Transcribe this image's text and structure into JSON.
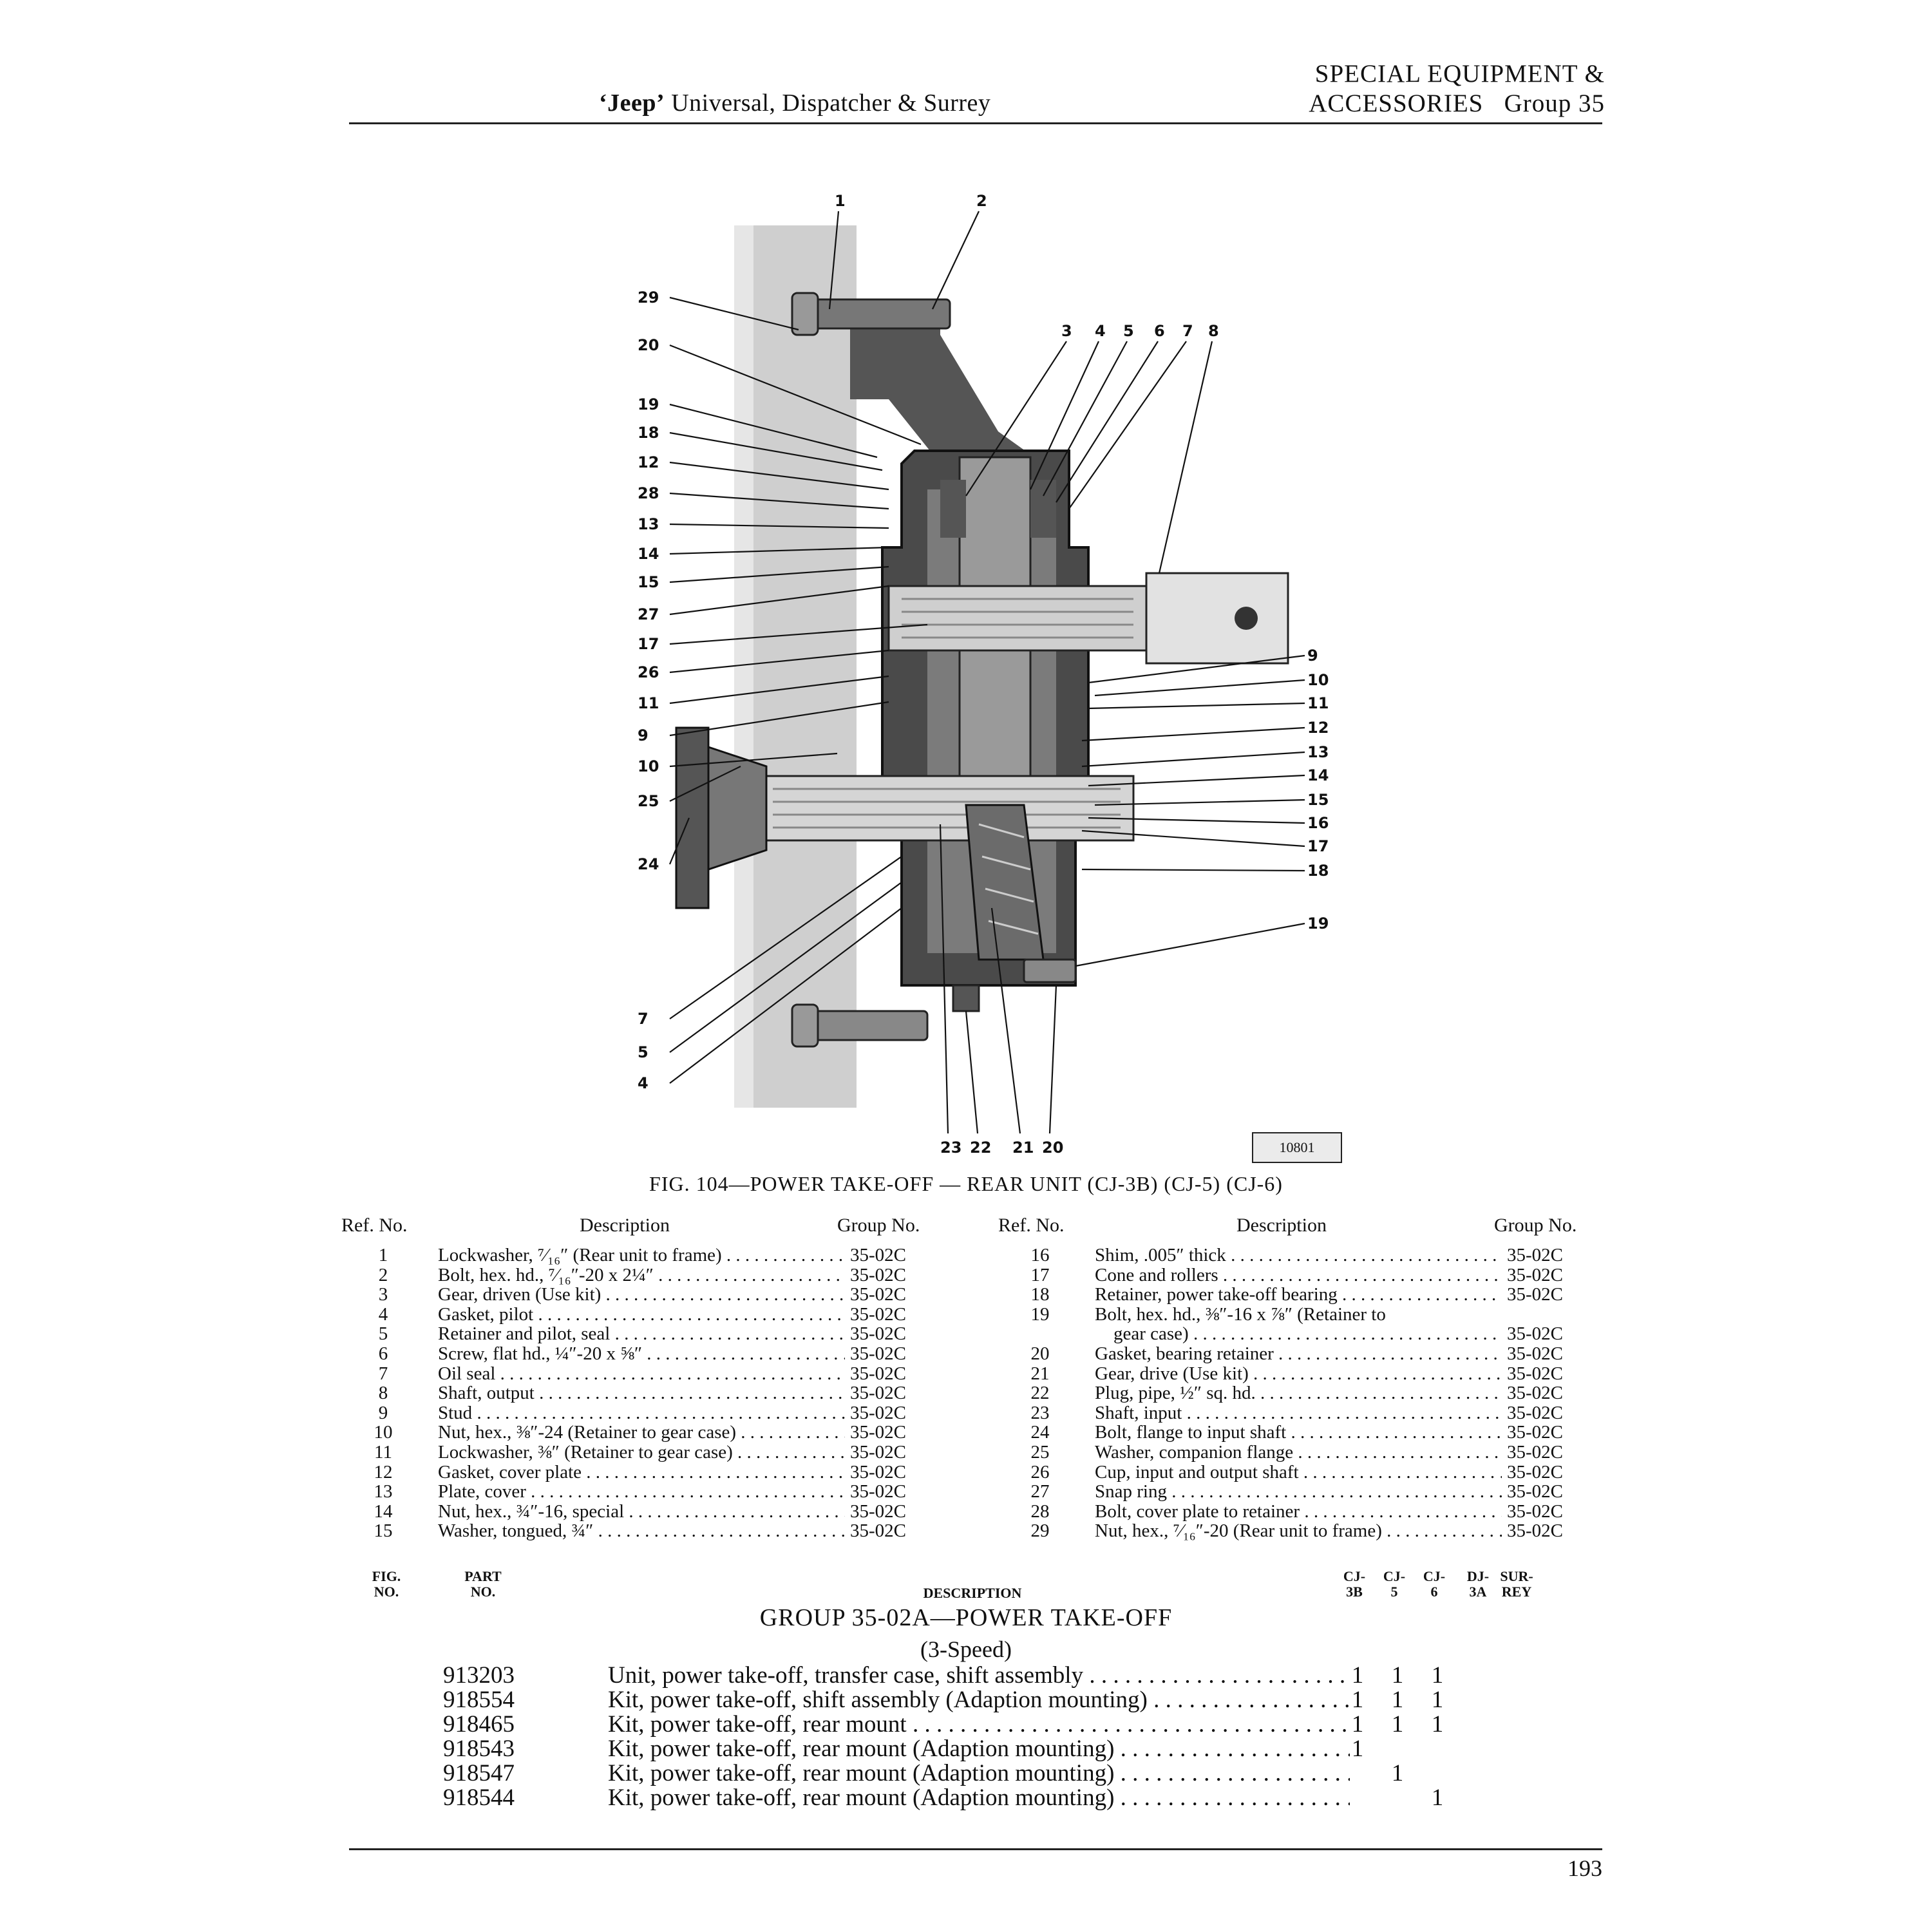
{
  "header": {
    "brand": "‘Jeep’",
    "title_rest": " Universal, Dispatcher & Surrey",
    "section_line1": "SPECIAL EQUIPMENT &",
    "section_line2": "ACCESSORIES   Group 35"
  },
  "figure": {
    "number_box": "10801",
    "caption": "FIG. 104—POWER TAKE-OFF — REAR UNIT (CJ-3B) (CJ-5) (CJ-6)",
    "callouts_top": [
      "1",
      "2",
      "3",
      "4",
      "5",
      "6",
      "7",
      "8"
    ],
    "callouts_left": [
      "29",
      "20",
      "19",
      "18",
      "12",
      "28",
      "13",
      "14",
      "15",
      "27",
      "17",
      "26",
      "11",
      "9",
      "10",
      "25",
      "24",
      "7",
      "5",
      "4"
    ],
    "callouts_right": [
      "9",
      "10",
      "11",
      "12",
      "13",
      "14",
      "15",
      "16",
      "17",
      "18",
      "19"
    ],
    "callouts_bottom": [
      "23",
      "22",
      "21",
      "20"
    ]
  },
  "parts_table": {
    "headers": {
      "ref": "Ref. No.",
      "description": "Description",
      "group": "Group No."
    },
    "left": [
      {
        "ref": "1",
        "desc": "Lockwasher, ⁷⁄₁₆″ (Rear unit to frame)",
        "group": "35-02C"
      },
      {
        "ref": "2",
        "desc": "Bolt, hex. hd., ⁷⁄₁₆″-20 x 2¼″",
        "group": "35-02C"
      },
      {
        "ref": "3",
        "desc": "Gear, driven (Use kit)",
        "group": "35-02C"
      },
      {
        "ref": "4",
        "desc": "Gasket, pilot",
        "group": "35-02C"
      },
      {
        "ref": "5",
        "desc": "Retainer and pilot, seal",
        "group": "35-02C"
      },
      {
        "ref": "6",
        "desc": "Screw, flat hd., ¼″-20 x ⅝″",
        "group": "35-02C"
      },
      {
        "ref": "7",
        "desc": "Oil seal",
        "group": "35-02C"
      },
      {
        "ref": "8",
        "desc": "Shaft, output",
        "group": "35-02C"
      },
      {
        "ref": "9",
        "desc": "Stud",
        "group": "35-02C"
      },
      {
        "ref": "10",
        "desc": "Nut, hex., ⅜″-24 (Retainer to gear case)",
        "group": "35-02C"
      },
      {
        "ref": "11",
        "desc": "Lockwasher, ⅜″ (Retainer to gear case)",
        "group": "35-02C"
      },
      {
        "ref": "12",
        "desc": "Gasket, cover plate",
        "group": "35-02C"
      },
      {
        "ref": "13",
        "desc": "Plate, cover",
        "group": "35-02C"
      },
      {
        "ref": "14",
        "desc": "Nut, hex., ¾″-16, special",
        "group": "35-02C"
      },
      {
        "ref": "15",
        "desc": "Washer, tongued, ¾″",
        "group": "35-02C"
      }
    ],
    "right": [
      {
        "ref": "16",
        "desc": "Shim, .005″ thick",
        "group": "35-02C"
      },
      {
        "ref": "17",
        "desc": "Cone and rollers",
        "group": "35-02C"
      },
      {
        "ref": "18",
        "desc": "Retainer, power take-off bearing",
        "group": "35-02C"
      },
      {
        "ref": "19",
        "desc": "Bolt, hex. hd., ⅜″-16 x ⅞″ (Retainer to",
        "group": ""
      },
      {
        "ref": "",
        "desc": "    gear case)",
        "group": "35-02C"
      },
      {
        "ref": "20",
        "desc": "Gasket, bearing retainer",
        "group": "35-02C"
      },
      {
        "ref": "21",
        "desc": "Gear, drive (Use kit)",
        "group": "35-02C"
      },
      {
        "ref": "22",
        "desc": "Plug, pipe, ½″ sq. hd.",
        "group": "35-02C"
      },
      {
        "ref": "23",
        "desc": "Shaft, input",
        "group": "35-02C"
      },
      {
        "ref": "24",
        "desc": "Bolt, flange to input shaft",
        "group": "35-02C"
      },
      {
        "ref": "25",
        "desc": "Washer, companion flange",
        "group": "35-02C"
      },
      {
        "ref": "26",
        "desc": "Cup, input and output shaft",
        "group": "35-02C"
      },
      {
        "ref": "27",
        "desc": "Snap ring",
        "group": "35-02C"
      },
      {
        "ref": "28",
        "desc": "Bolt, cover plate to retainer",
        "group": "35-02C"
      },
      {
        "ref": "29",
        "desc": "Nut, hex., ⁷⁄₁₆″-20 (Rear unit to frame)",
        "group": "35-02C"
      }
    ]
  },
  "group_list": {
    "col_fig": "FIG.\nNO.",
    "col_part": "PART\nNO.",
    "col_desc": "DESCRIPTION",
    "model_cols": [
      "CJ-\n3B",
      "CJ-\n5",
      "CJ-\n6",
      "DJ-\n3A",
      "SUR-\nREY"
    ],
    "title": "GROUP 35-02A—POWER TAKE-OFF",
    "subtitle": "(3-Speed)",
    "rows": [
      {
        "part": "913203",
        "desc": "Unit, power take-off, transfer case, shift assembly",
        "qty": [
          "1",
          "1",
          "1",
          "",
          ""
        ]
      },
      {
        "part": "918554",
        "desc": "Kit, power take-off, shift assembly (Adaption mounting)",
        "qty": [
          "1",
          "1",
          "1",
          "",
          ""
        ]
      },
      {
        "part": "918465",
        "desc": "Kit, power take-off, rear mount",
        "qty": [
          "1",
          "1",
          "1",
          "",
          ""
        ]
      },
      {
        "part": "918543",
        "desc": "Kit, power take-off, rear mount (Adaption mounting)",
        "qty": [
          "1",
          "",
          "",
          "",
          ""
        ]
      },
      {
        "part": "918547",
        "desc": "Kit, power take-off, rear mount (Adaption mounting)",
        "qty": [
          "",
          "1",
          "",
          "",
          ""
        ]
      },
      {
        "part": "918544",
        "desc": "Kit, power take-off, rear mount (Adaption mounting)",
        "qty": [
          "",
          "",
          "1",
          "",
          ""
        ]
      }
    ]
  },
  "page_number": "193"
}
